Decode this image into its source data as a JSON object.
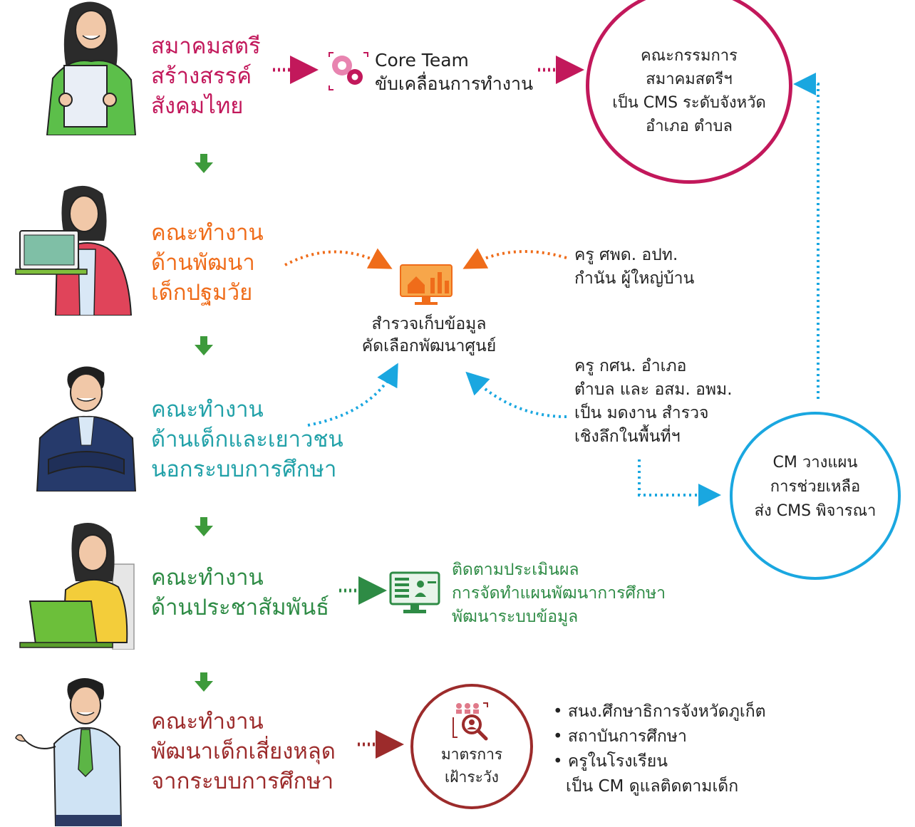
{
  "colors": {
    "pink": "#c2185b",
    "orange": "#ef6c1a",
    "teal": "#21a1a8",
    "green": "#2e8b45",
    "maroon": "#9c2b2b",
    "blue": "#1aa7e0",
    "arrow_green": "#3d9a3b"
  },
  "association": {
    "lines": [
      "สมาคมสตรี",
      "สร้างสรรค์",
      "สังคมไทย"
    ]
  },
  "core_team": {
    "title": "Core Team",
    "subtitle": "ขับเคลื่อนการทำงาน",
    "icon": "gears-icon"
  },
  "committee_circle": {
    "lines": [
      "คณะกรรมการ",
      "สมาคมสตรีฯ",
      "เป็น CMS ระดับจังหวัด",
      "อำเภอ ตำบล"
    ]
  },
  "team_early_childhood": {
    "lines": [
      "คณะทำงาน",
      "ด้านพัฒนา",
      "เด็กปฐมวัย"
    ]
  },
  "survey": {
    "lines": [
      "สำรวจเก็บข้อมูล",
      "คัดเลือกพัฒนาศูนย์"
    ],
    "icon": "monitor-house-chart-icon"
  },
  "village_staff": {
    "lines": [
      "ครู ศพด. อปท.",
      "กำนัน ผู้ใหญ่บ้าน"
    ]
  },
  "team_out_of_school": {
    "lines": [
      "คณะทำงาน",
      "ด้านเด็กและเยาวชน",
      "นอกระบบการศึกษา"
    ]
  },
  "field_staff": {
    "lines": [
      "ครู กศน. อำเภอ",
      "ตำบล และ อสม. อพม.",
      "เป็น มดงาน สำรวจ",
      "เชิงลึกในพื้นที่ฯ"
    ]
  },
  "cm_circle": {
    "lines": [
      "CM วางแผน",
      "การช่วยเหลือ",
      "ส่ง CMS พิจารณา"
    ]
  },
  "team_pr": {
    "lines": [
      "คณะทำงาน",
      "ด้านประชาสัมพันธ์"
    ]
  },
  "monitoring": {
    "lines": [
      "ติดตามประเมินผล",
      "การจัดทำแผนพัฒนาการศึกษา",
      "พัฒนาระบบข้อมูล"
    ],
    "icon": "monitor-presentation-icon"
  },
  "team_dropout": {
    "lines": [
      "คณะทำงาน",
      "พัฒนาเด็กเสี่ยงหลุด",
      "จากระบบการศึกษา"
    ]
  },
  "surveillance_circle": {
    "lines": [
      "มาตรการ",
      "เฝ้าระวัง"
    ],
    "icon": "search-people-icon"
  },
  "partners": {
    "items": [
      "• สนง.ศึกษาธิการจังหวัดภูเก็ต",
      "• สถาบันการศึกษา",
      "• ครูในโรงเรียน",
      "เป็น CM ดูแลติดตามเด็ก"
    ]
  }
}
